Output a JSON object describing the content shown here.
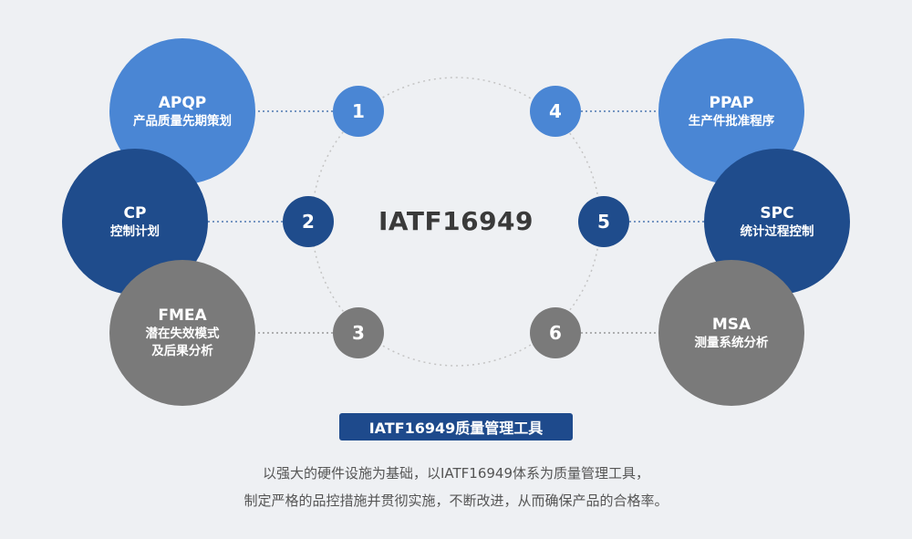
{
  "center": {
    "title": "IATF16949"
  },
  "numbers": [
    "1",
    "2",
    "3",
    "4",
    "5",
    "6"
  ],
  "tools": [
    {
      "title": "APQP",
      "subtitle": [
        "产品质量先期策划"
      ],
      "color": "#4a86d4"
    },
    {
      "title": "CP",
      "subtitle": [
        "控制计划"
      ],
      "color": "#1f4c8c"
    },
    {
      "title": "FMEA",
      "subtitle": [
        "潜在失效模式",
        "及后果分析"
      ],
      "color": "#7a7a7a"
    },
    {
      "title": "PPAP",
      "subtitle": [
        "生产件批准程序"
      ],
      "color": "#4a86d4"
    },
    {
      "title": "SPC",
      "subtitle": [
        "统计过程控制"
      ],
      "color": "#1f4c8c"
    },
    {
      "title": "MSA",
      "subtitle": [
        "测量系统分析"
      ],
      "color": "#7a7a7a"
    }
  ],
  "banner": {
    "label": "IATF16949质量管理工具"
  },
  "description": {
    "line1": "以强大的硬件设施为基础，以IATF16949体系为质量管理工具，",
    "line2": "制定严格的品控措施并贯彻实施，不断改进，从而确保产品的合格率。"
  }
}
